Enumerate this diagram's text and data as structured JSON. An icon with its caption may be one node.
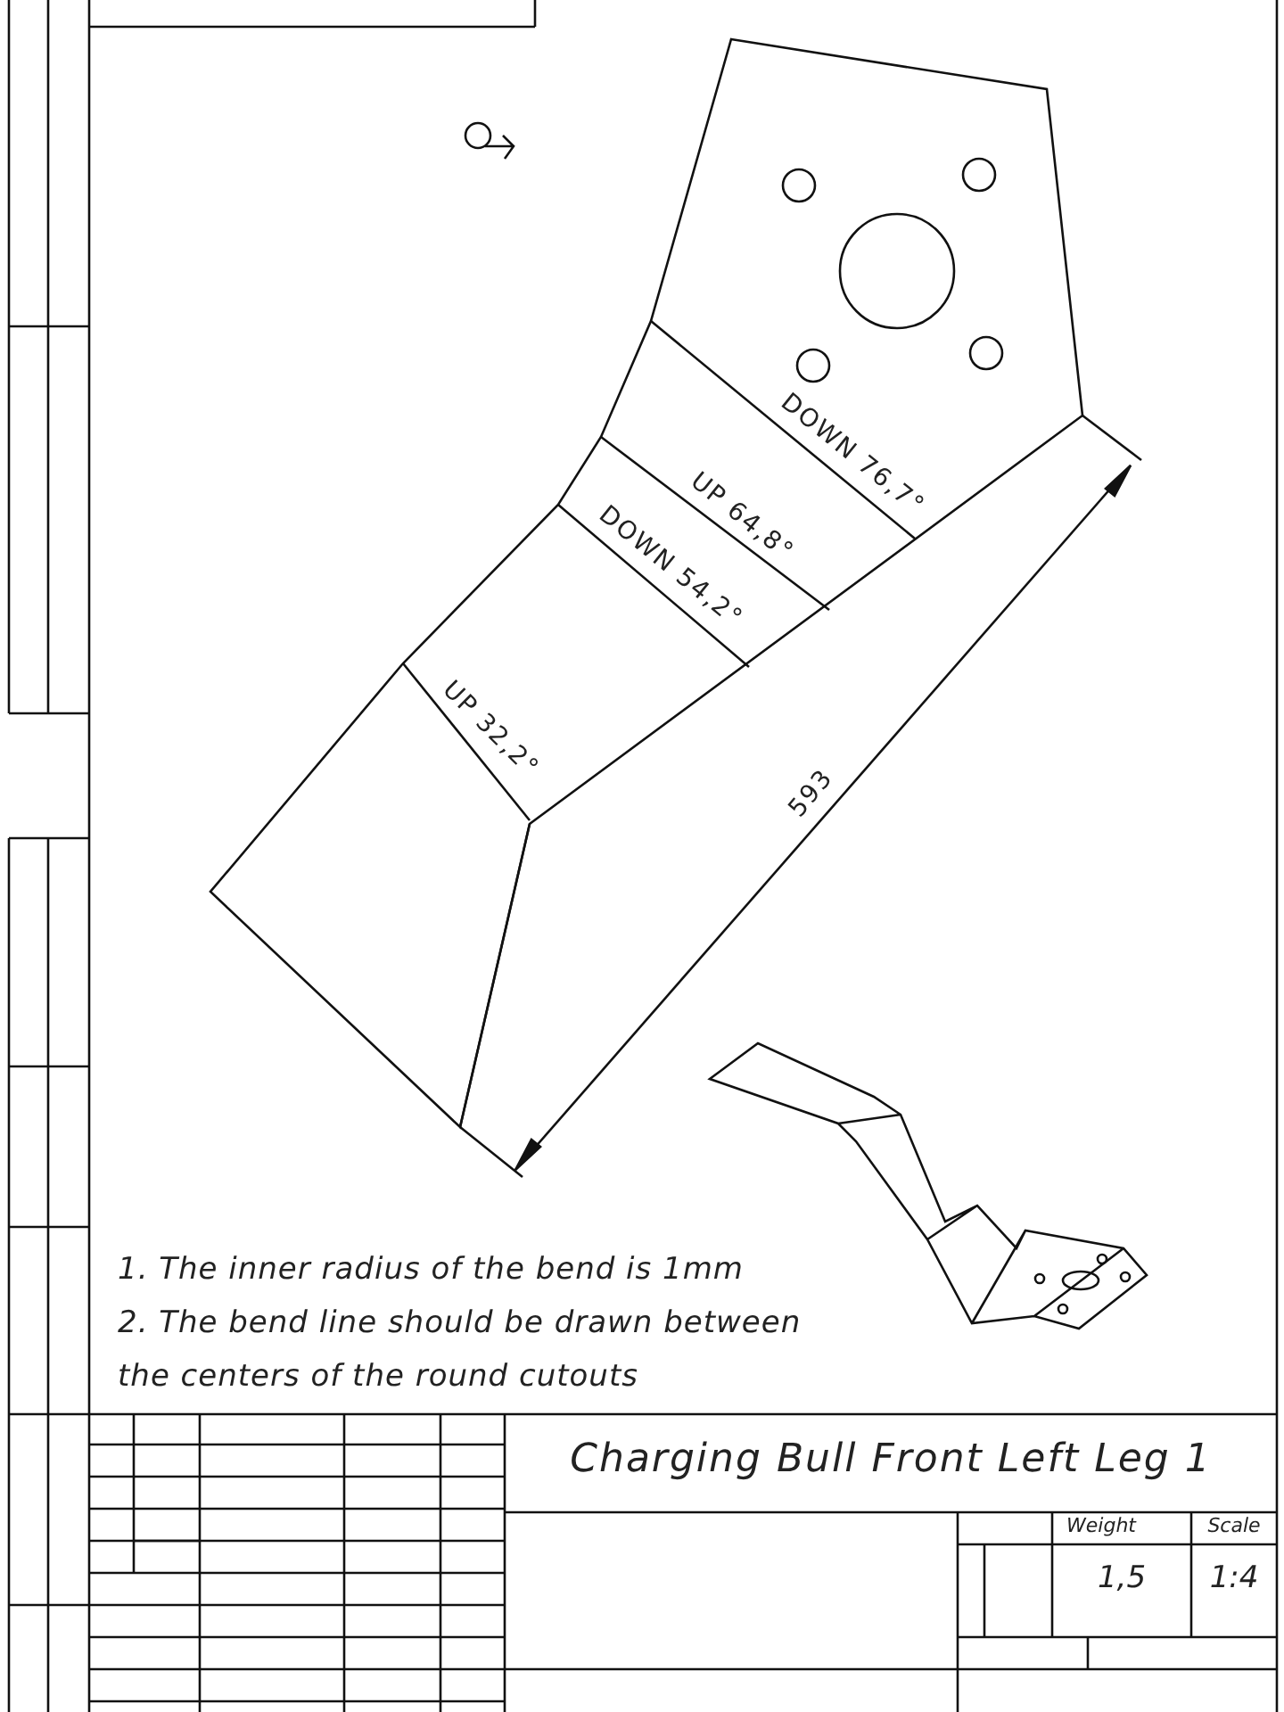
{
  "diagram": {
    "title": "Charging Bull Front Left Leg 1",
    "labels": [
      "DOWN 76,7°",
      "UP 64,8°",
      "DOWN 54,2°",
      "UP 32,2°",
      "593",
      "1. The inner radius of the bend is 1mm",
      "2. The bend line should be drawn between the centers of the round cutouts",
      "Weight",
      "Scale",
      "1,5",
      "1:4"
    ]
  }
}
